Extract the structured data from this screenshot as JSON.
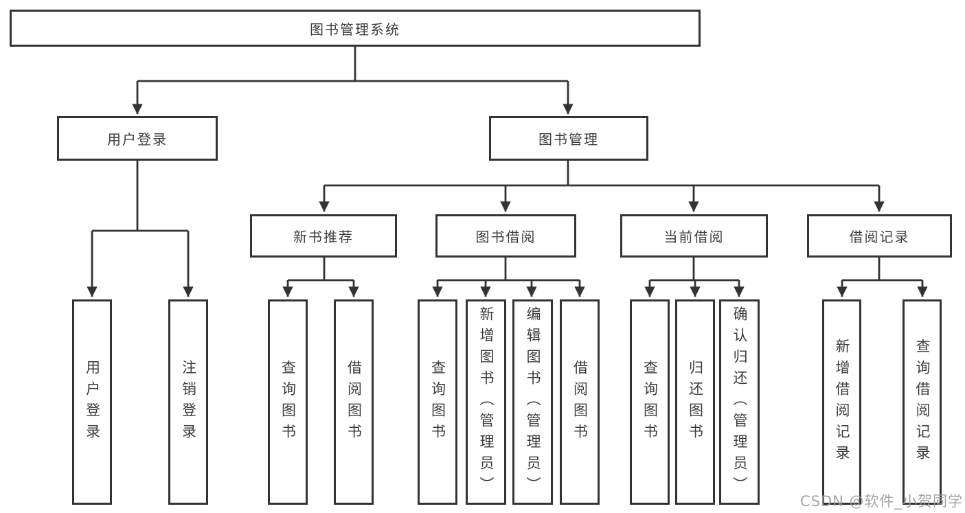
{
  "diagram": {
    "tree": {
      "label": "图书管理系统",
      "children": [
        {
          "label": "用户登录",
          "children": [
            {
              "label": "用户登录"
            },
            {
              "label": "注销登录"
            }
          ]
        },
        {
          "label": "图书管理",
          "children": [
            {
              "label": "新书推荐",
              "children": [
                {
                  "label": "查询图书"
                },
                {
                  "label": "借阅图书"
                }
              ]
            },
            {
              "label": "图书借阅",
              "children": [
                {
                  "label": "查询图书"
                },
                {
                  "label": "新增图书（管理员）"
                },
                {
                  "label": "编辑图书（管理员）"
                },
                {
                  "label": "借阅图书"
                }
              ]
            },
            {
              "label": "当前借阅",
              "children": [
                {
                  "label": "查询图书"
                },
                {
                  "label": "归还图书"
                },
                {
                  "label": "确认归还（管理员）"
                }
              ]
            },
            {
              "label": "借阅记录",
              "children": [
                {
                  "label": "新增借阅记录"
                },
                {
                  "label": "查询借阅记录"
                }
              ]
            }
          ]
        }
      ]
    },
    "colors": {
      "line": "#333333",
      "text": "#3c3c3c",
      "background": "#ffffff",
      "watermark": "#9c9c9c"
    }
  },
  "watermark": {
    "text": "CSDN @软件_小贺同学"
  }
}
